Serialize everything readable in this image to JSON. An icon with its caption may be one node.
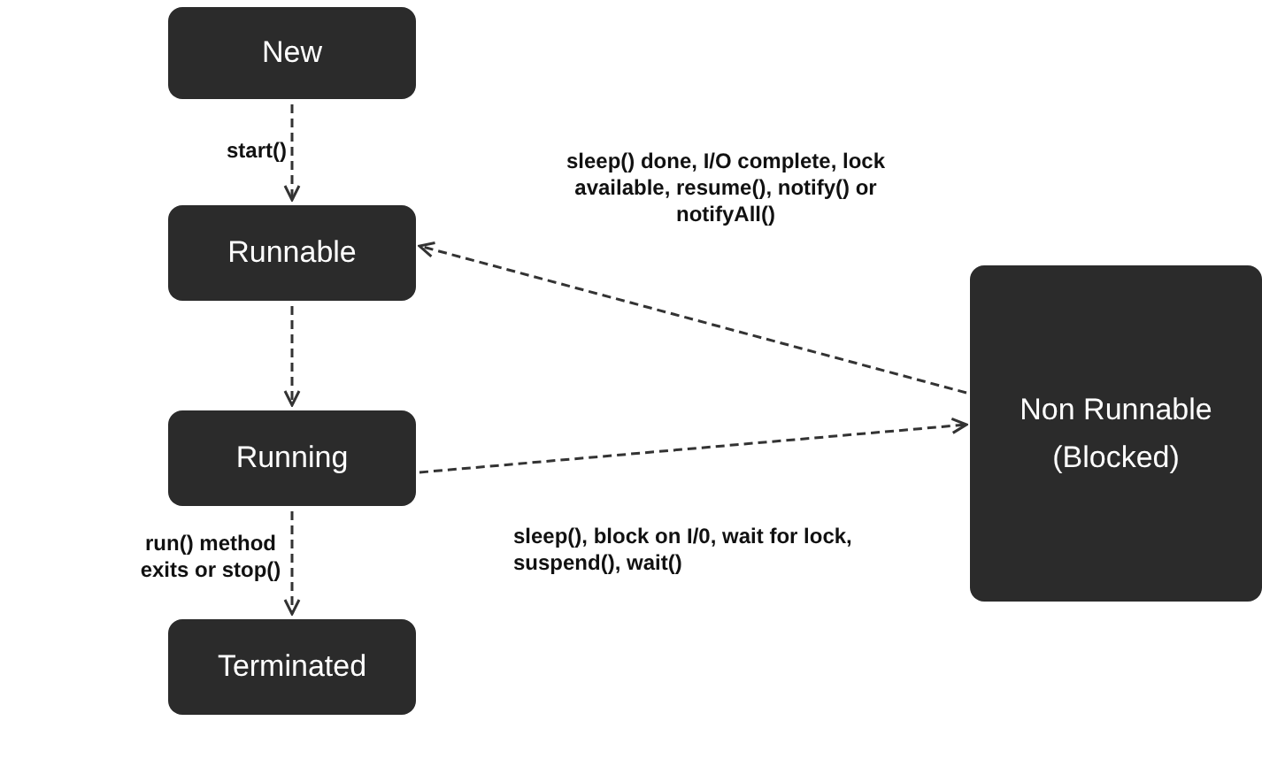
{
  "diagram": {
    "nodes": [
      {
        "text": [
          "New"
        ]
      },
      {
        "text": [
          "Runnable"
        ]
      },
      {
        "text": [
          "Running"
        ]
      },
      {
        "text": [
          "Terminated"
        ]
      },
      {
        "text": [
          "Non Runnable (Blocked)"
        ]
      }
    ],
    "edges": [
      {
        "from": 0,
        "to": 1,
        "arrow": "to",
        "label": "start()",
        "style": "dashed"
      },
      {
        "from": 1,
        "to": 2,
        "arrow": "to",
        "style": "dashed"
      },
      {
        "from": 2,
        "to": 3,
        "arrow": "to",
        "label": "run() method exits or stop()",
        "style": "dashed"
      },
      {
        "from": 2,
        "to": 4,
        "arrow": "to",
        "label": "sleep(), block on I/0, wait for lock, suspend(), wait()",
        "style": "dashed"
      },
      {
        "from": 4,
        "to": 1,
        "arrow": "to",
        "label": "sleep() done, I/O complete, lock available, resume(), notify() or notifyAll()",
        "style": "dashed"
      }
    ]
  }
}
